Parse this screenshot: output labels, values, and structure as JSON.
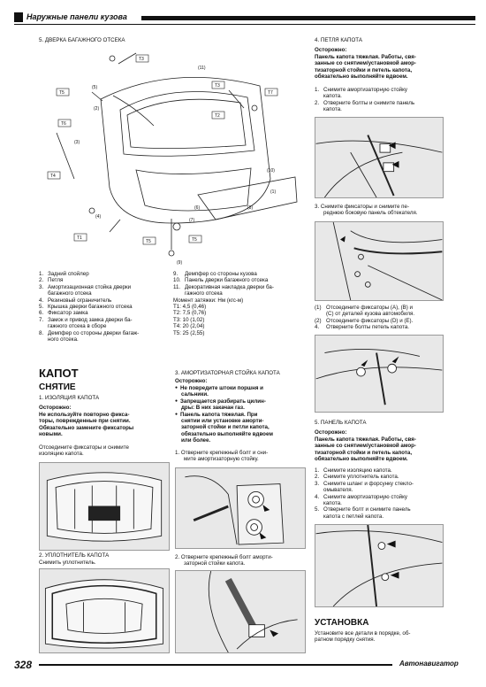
{
  "header": {
    "section_title": "Наружные панели кузова"
  },
  "footer": {
    "page_number": "328",
    "publisher": "Автонавигатор"
  },
  "left": {
    "item5_title": "5.  ДВЕРКА БАГАЖНОГО ОТСЕКА",
    "fig_tags": [
      "T5",
      "T6",
      "T3",
      "T2",
      "T7",
      "T4",
      "T1",
      "T5",
      "T5",
      "T3"
    ],
    "fig_numbers": [
      "(11)",
      "(5)",
      "(2)",
      "(10)",
      "(1)",
      "(3)",
      "(4)",
      "(7)",
      "(6)",
      "(9)",
      "(8)"
    ],
    "legend_col1": [
      {
        "n": "1.",
        "text": "Задний спойлер"
      },
      {
        "n": "2.",
        "text": "Петля"
      },
      {
        "n": "3.",
        "text": "Амортизационная стойка дверки"
      },
      {
        "n": "",
        "text": "багажного отсека"
      },
      {
        "n": "4.",
        "text": "Резиновый ограничитель"
      },
      {
        "n": "5.",
        "text": "Крышка дверки багажного отсека"
      },
      {
        "n": "6.",
        "text": "Фиксатор замка"
      },
      {
        "n": "7.",
        "text": "Замок и привод замка дверки ба-"
      },
      {
        "n": "",
        "text": "гажного отсека в сборе"
      },
      {
        "n": "8.",
        "text": "Демпфер со стороны дверки багаж-"
      },
      {
        "n": "",
        "text": "ного отсека."
      }
    ],
    "legend_col2": [
      {
        "n": "9.",
        "text": "Демпфер со стороны кузова"
      },
      {
        "n": "10.",
        "text": "Панель дверки багажного отсека"
      },
      {
        "n": "11.",
        "text": "Декоративная накладка дверки ба-"
      },
      {
        "n": "",
        "text": "гажного отсека"
      }
    ],
    "torque_title": "Момент затяжки: Нм (кгс-м)",
    "torque": [
      "T1: 4,5 (0,46)",
      "T2: 7,5 (0,76)",
      "T3: 10 (1,02)",
      "T4: 20 (2,04)",
      "T5: 25 (2,55)"
    ],
    "hood_title": "КАПОТ",
    "removal_title": "СНЯТИЕ",
    "insulation_title": "1.  ИЗОЛЯЦИЯ КАПОТА",
    "caution1": "Осторожно:",
    "caution1_lines": [
      "Не используйте повторно фикса-",
      "торы, поврежденные при снятии.",
      "Обязательно замените фиксаторы",
      "новыми."
    ],
    "insulation_text": [
      "Отсоедините фиксаторы и снимите",
      "изоляцию капота."
    ],
    "seal_title": "2.  УПЛОТНИТЕЛЬ КАПОТА",
    "seal_text": "Снимить уплотнитель."
  },
  "middle": {
    "strut_title": "3.  АМОРТИЗАТОРНАЯ СТОЙКА КАПОТА",
    "caution": "Осторожно:",
    "bullets": [
      [
        "Не повредите штоки поршня и",
        "сальники."
      ],
      [
        "Запрещается разбирать цилин-",
        "дры: В них закачан газ."
      ],
      [
        "Панель капота тяжелая. При",
        "снятии или установке аморти-",
        "заторной стойки и петли капота,",
        "обязательно выполняйте вдвоем",
        "или более."
      ]
    ],
    "step1": [
      "1.  Отверните крепежный болт и сни-",
      "мите амортизаторную стойку."
    ],
    "step2": [
      "2.  Отверните крепежный болт аморти-",
      "заторной стойки капота."
    ]
  },
  "right": {
    "hinge_title": "4.  ПЕТЛЯ КАПОТА",
    "caution": "Осторожно:",
    "caution_lines": [
      "Панель капота тяжелая. Работы, свя-",
      "занные со снятием/установкой амор-",
      "тизаторной стойки и петель капота,",
      "обязательно выполняйте вдвоем."
    ],
    "steps_a": [
      {
        "n": "1.",
        "text": "Снимите амортизаторную стойку"
      },
      {
        "n": "",
        "text": "капота."
      },
      {
        "n": "2.",
        "text": "Отверните болты и снимите панель"
      },
      {
        "n": "",
        "text": "капота."
      }
    ],
    "step3": [
      "3.  Снимите фиксаторы и снимите пе-",
      "реднюю боковую панель обтекателя."
    ],
    "steps_b": [
      {
        "n": "(1)",
        "text": "Отсоедините фиксаторы (A), (B) и"
      },
      {
        "n": "",
        "text": "(C) от деталей кузова автомобиля."
      },
      {
        "n": "(2)",
        "text": "Отсоедините фиксаторы (D) и (E)."
      },
      {
        "n": "4.",
        "text": "Отверните болты петель капота."
      }
    ],
    "panel_title": "5.  ПАНЕЛЬ КАПОТА",
    "caution2": "Осторожно:",
    "caution2_lines": [
      "Панель капота тяжелая. Работы, свя-",
      "занные со снятием/установкой амор-",
      "тизаторной стойки и петель капота,",
      "обязательно выполняйте вдвоем."
    ],
    "steps_c": [
      {
        "n": "1.",
        "text": "Снимите изоляцию капота."
      },
      {
        "n": "2.",
        "text": "Снимите уплотнитель капота."
      },
      {
        "n": "3.",
        "text": "Снимите шланг и форсунку стекло-"
      },
      {
        "n": "",
        "text": "омывателя."
      },
      {
        "n": "4.",
        "text": "Снимите амортизаторную стойку"
      },
      {
        "n": "",
        "text": "капота."
      },
      {
        "n": "5.",
        "text": "Отверните болт и снимите панель"
      },
      {
        "n": "",
        "text": "капота с петлей капота."
      }
    ],
    "install_title": "УСТАНОВКА",
    "install_text": [
      "Установите все детали в порядке, об-",
      "ратном порядку снятия."
    ]
  }
}
